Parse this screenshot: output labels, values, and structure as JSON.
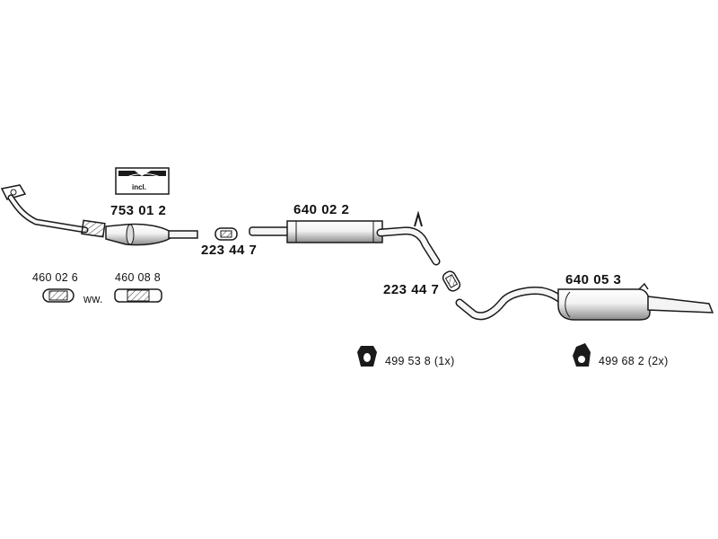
{
  "parts": {
    "catalytic_converter": {
      "number": "753 01 2",
      "incl_label": "incl."
    },
    "clamp_front": {
      "number": "223 44 7"
    },
    "front_muffler": {
      "number": "640 02 2"
    },
    "clamp_rear": {
      "number": "223 44 7"
    },
    "rear_muffler": {
      "number": "640 05 3"
    },
    "flex_pipe_a": {
      "number": "460 02 6"
    },
    "flex_pipe_b": {
      "number": "460 08 8"
    },
    "alternative_label": "ww.",
    "hanger_a": {
      "number": "499 53 8",
      "qty": "(1x)"
    },
    "hanger_b": {
      "number": "499 68 2",
      "qty": "(2x)"
    }
  },
  "colors": {
    "line": "#1a1a1a",
    "fill_light": "#f4f4f4",
    "fill_shade": "#9a9a9a"
  }
}
